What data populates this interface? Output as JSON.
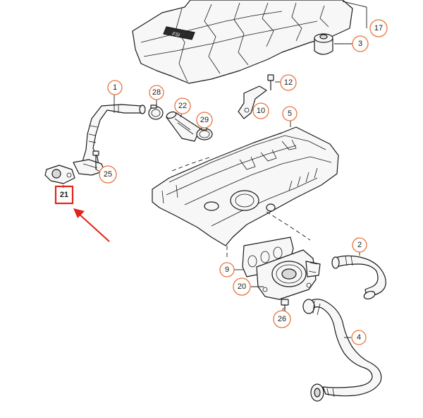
{
  "diagram": {
    "callouts": [
      {
        "id": "callout-17",
        "label": "17"
      },
      {
        "id": "callout-3",
        "label": "3"
      },
      {
        "id": "callout-12",
        "label": "12"
      },
      {
        "id": "callout-1",
        "label": "1"
      },
      {
        "id": "callout-28",
        "label": "28"
      },
      {
        "id": "callout-22",
        "label": "22"
      },
      {
        "id": "callout-29",
        "label": "29"
      },
      {
        "id": "callout-10",
        "label": "10"
      },
      {
        "id": "callout-5",
        "label": "5"
      },
      {
        "id": "callout-25",
        "label": "25"
      },
      {
        "id": "callout-2",
        "label": "2"
      },
      {
        "id": "callout-9",
        "label": "9"
      },
      {
        "id": "callout-20",
        "label": "20"
      },
      {
        "id": "callout-26",
        "label": "26"
      },
      {
        "id": "callout-4",
        "label": "4"
      }
    ],
    "highlighted_part": {
      "label": "21",
      "box_color": "#e2231a"
    },
    "accent_colors": {
      "callout_ring": "#e8743b",
      "highlight": "#e2231a"
    },
    "engine_cover_logo": "FSI"
  }
}
